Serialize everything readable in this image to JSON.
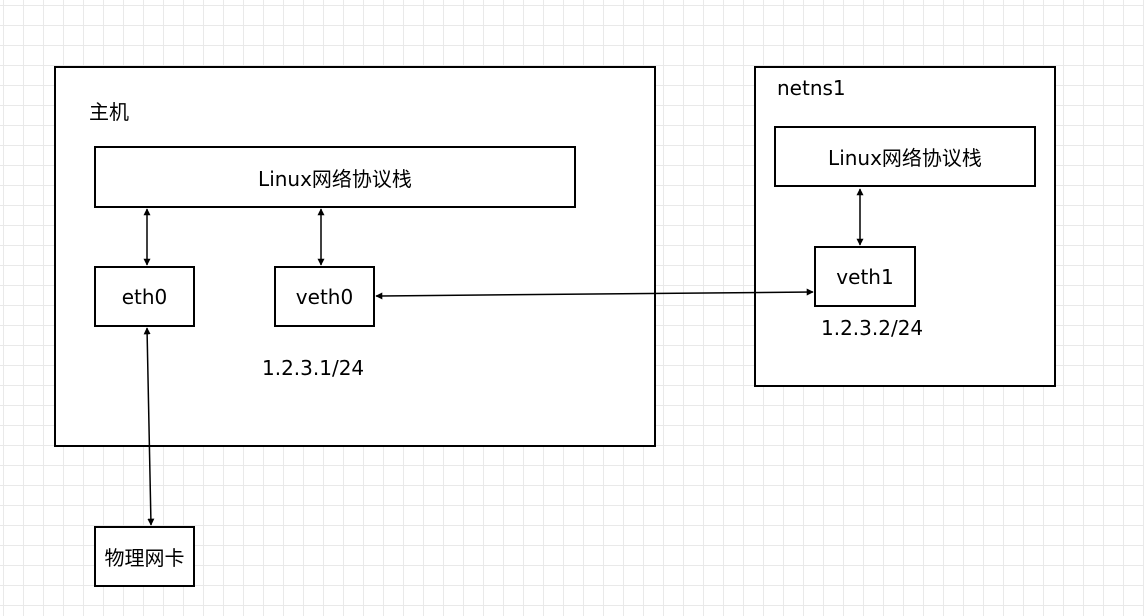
{
  "host": {
    "title": "主机",
    "stack_label": "Linux网络协议栈",
    "eth0_label": "eth0",
    "veth0_label": "veth0",
    "veth0_ip": "1.2.3.1/24"
  },
  "netns": {
    "title": "netns1",
    "stack_label": "Linux网络协议栈",
    "veth1_label": "veth1",
    "veth1_ip": "1.2.3.2/24"
  },
  "physical_nic_label": "物理网卡"
}
